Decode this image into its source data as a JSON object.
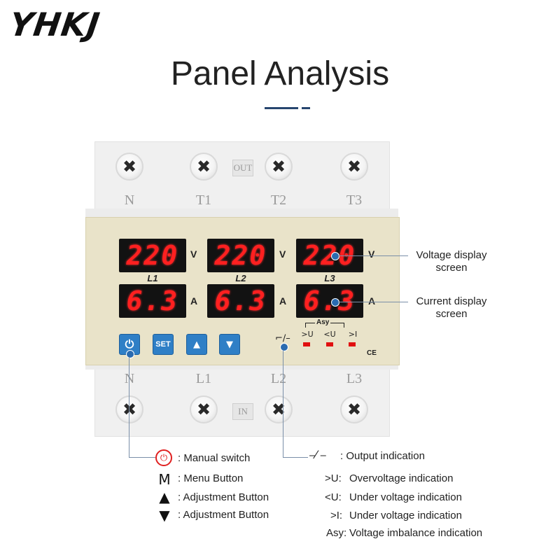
{
  "brand": "YHKJ",
  "title": "Panel Analysis",
  "device": {
    "top_terminals": [
      "N",
      "T1",
      "T2",
      "T3"
    ],
    "bottom_terminals": [
      "N",
      "L1",
      "L2",
      "L3"
    ],
    "out_label": "OUT",
    "in_label": "IN",
    "phases": [
      {
        "label": "L1",
        "voltage": "220",
        "current": "6.3"
      },
      {
        "label": "L2",
        "voltage": "220",
        "current": "6.3"
      },
      {
        "label": "L3",
        "voltage": "220",
        "current": "6.3"
      }
    ],
    "voltage_unit": "V",
    "current_unit": "A",
    "set_label": "SET",
    "asy_label": "Asy",
    "indicators": [
      ">U",
      "<U",
      ">I"
    ],
    "ce_mark": "CE"
  },
  "callouts": {
    "voltage_line1": "Voltage display",
    "voltage_line2": "screen",
    "current_line1": "Current display",
    "current_line2": "screen"
  },
  "legend_left": [
    {
      "icon": "power-icon",
      "symbol": "⏻",
      "text": ": Manual switch"
    },
    {
      "icon": "menu-icon",
      "symbol": "M",
      "text": ": Menu Button"
    },
    {
      "icon": "up-triangle-icon",
      "symbol": "▲",
      "text": ": Adjustment Button"
    },
    {
      "icon": "down-triangle-icon",
      "symbol": "▼",
      "text": ": Adjustment Button"
    }
  ],
  "legend_right": [
    {
      "symbol": "⎯⁄ ⎯",
      "text": ": Output indication"
    },
    {
      "symbol": ">U:",
      "text": "Overvoltage indication"
    },
    {
      "symbol": "<U:",
      "text": "Under voltage indication"
    },
    {
      "symbol": ">I:",
      "text": "Under voltage indication"
    },
    {
      "symbol": "Asy:",
      "text": "Voltage imbalance indication"
    }
  ],
  "colors": {
    "accent": "#27466f",
    "button": "#2f7fc6",
    "led": "#ff2020",
    "face": "#e9e3c9"
  }
}
